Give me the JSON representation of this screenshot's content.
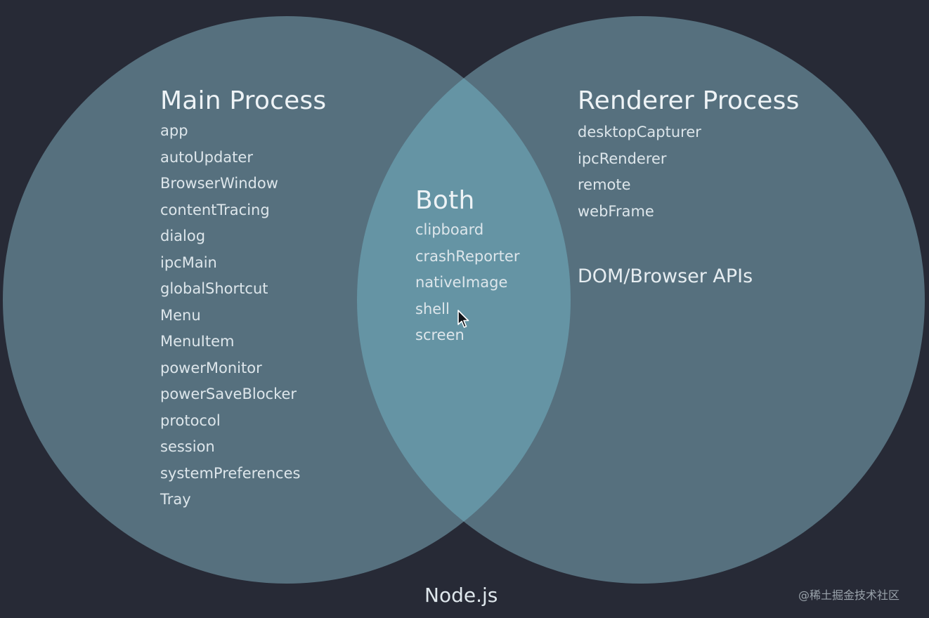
{
  "diagram": {
    "main": {
      "title": "Main Process",
      "items": [
        "app",
        "autoUpdater",
        "BrowserWindow",
        "contentTracing",
        "dialog",
        "ipcMain",
        "globalShortcut",
        "Menu",
        "MenuItem",
        "powerMonitor",
        "powerSaveBlocker",
        "protocol",
        "session",
        "systemPreferences",
        "Tray"
      ]
    },
    "both": {
      "title": "Both",
      "items": [
        "clipboard",
        "crashReporter",
        "nativeImage",
        "shell",
        "screen"
      ]
    },
    "renderer": {
      "title": "Renderer Process",
      "items": [
        "desktopCapturer",
        "ipcRenderer",
        "remote",
        "webFrame"
      ],
      "extra": "DOM/Browser APIs"
    },
    "footer": "Node.js"
  },
  "watermark": "@稀土掘金技术社区",
  "colors": {
    "background": "#272a36",
    "circle": "#56707e",
    "overlap": "#6594a4",
    "text": "#e6edf1"
  },
  "icons": {
    "cursor": "mouse-pointer-icon"
  }
}
